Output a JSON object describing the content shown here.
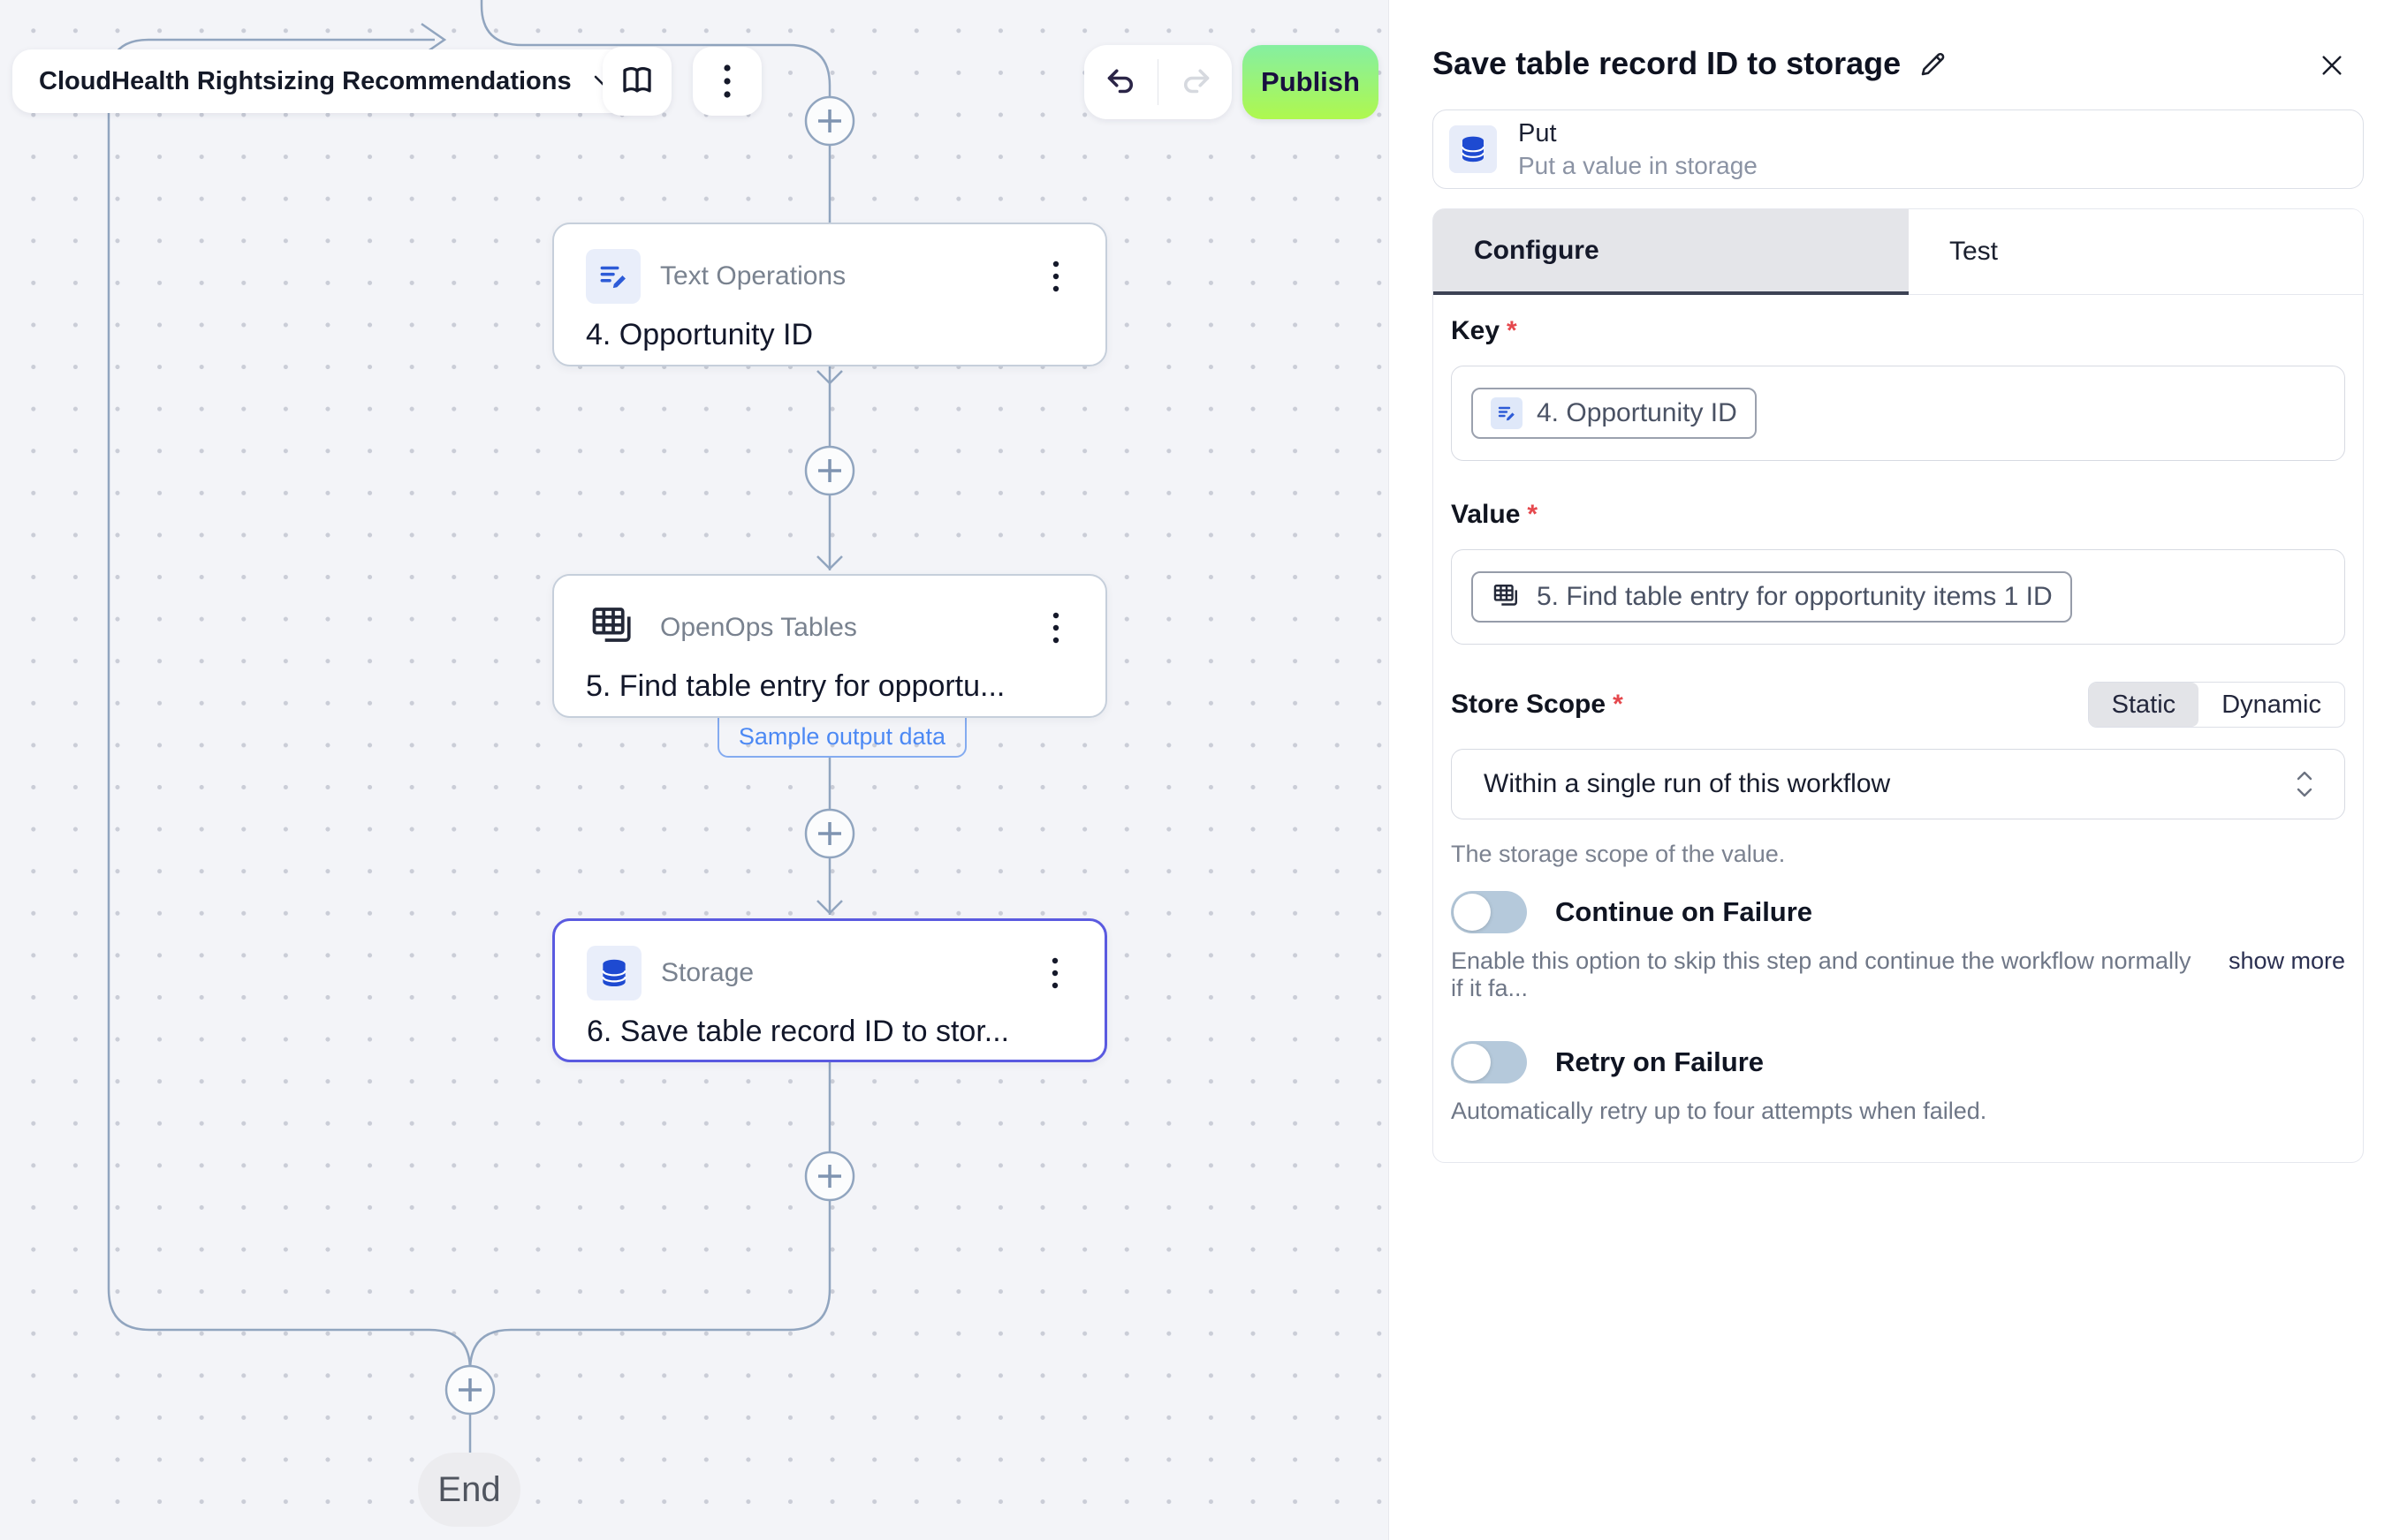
{
  "canvas": {
    "workflow_name": "CloudHealth Rightsizing Recommendations",
    "publish_label": "Publish",
    "nodes": [
      {
        "app": "Text Operations",
        "step": "4. Opportunity ID"
      },
      {
        "app": "OpenOps Tables",
        "step": "5. Find table entry for opportu..."
      },
      {
        "app": "Storage",
        "step": "6. Save table record ID to stor..."
      }
    ],
    "sample_output_label": "Sample output data",
    "end_label": "End"
  },
  "panel": {
    "title": "Save table record ID to storage",
    "action": {
      "name": "Put",
      "description": "Put a value in storage"
    },
    "tabs": {
      "configure": "Configure",
      "test": "Test"
    },
    "fields": {
      "key": {
        "label": "Key",
        "chip": "4. Opportunity ID"
      },
      "value": {
        "label": "Value",
        "chip": "5. Find table entry for opportunity items 1 ID"
      },
      "store_scope": {
        "label": "Store Scope",
        "option_static": "Static",
        "option_dynamic": "Dynamic",
        "selected_option": "Static",
        "value": "Within a single run of this workflow",
        "helper": "The storage scope of the value."
      }
    },
    "toggles": [
      {
        "label": "Continue on Failure",
        "state": "off",
        "description": "Enable this option to skip this step and continue the workflow normally if it fa...",
        "link": "show more"
      },
      {
        "label": "Retry on Failure",
        "state": "off",
        "description": "Automatically retry up to four attempts when failed."
      }
    ]
  },
  "colors": {
    "edge": "#91a5bf",
    "selected_node_border": "#5a5ae0",
    "publish_gradient_top": "#85efa1",
    "publish_gradient_bottom": "#aff84e",
    "accent_blue": "#2d5bd7",
    "tag_blue": "#4c89f4",
    "required_star": "#e5484d"
  }
}
